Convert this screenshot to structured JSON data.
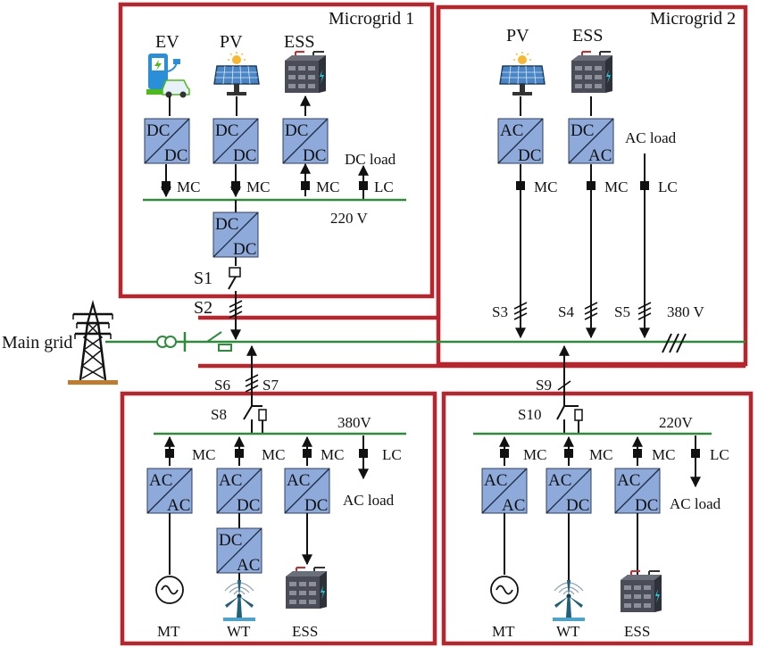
{
  "microgrid1": {
    "title": "Microgrid 1",
    "sources": [
      "EV",
      "PV",
      "ESS"
    ],
    "converters": [
      {
        "top": "DC",
        "bottom": "DC"
      },
      {
        "top": "DC",
        "bottom": "DC"
      },
      {
        "top": "DC",
        "bottom": "DC"
      }
    ],
    "controllers": [
      "MC",
      "MC",
      "MC",
      "LC"
    ],
    "load": "DC load",
    "bus_voltage": "220 V",
    "tie_converter": {
      "top": "DC",
      "bottom": "DC"
    },
    "switches": [
      "S1",
      "S2"
    ]
  },
  "microgrid2": {
    "title": "Microgrid 2",
    "sources": [
      "PV",
      "ESS"
    ],
    "converters": [
      {
        "top": "AC",
        "bottom": "DC"
      },
      {
        "top": "DC",
        "bottom": "AC"
      }
    ],
    "controllers": [
      "MC",
      "MC",
      "LC"
    ],
    "load": "AC load",
    "switches": [
      "S3",
      "S4",
      "S5"
    ],
    "bus_voltage": "380 V"
  },
  "main_grid": {
    "label": "Main grid"
  },
  "microgrid3": {
    "switches": [
      "S6",
      "S7",
      "S8"
    ],
    "bus_voltage": "380V",
    "converters": [
      {
        "top": "AC",
        "bottom": "AC"
      },
      {
        "top": "AC",
        "bottom": "DC"
      },
      {
        "top": "AC",
        "bottom": "DC"
      }
    ],
    "extra_converter": {
      "top": "DC",
      "bottom": "AC"
    },
    "controllers": [
      "MC",
      "MC",
      "MC",
      "LC"
    ],
    "load": "AC load",
    "sources": [
      "MT",
      "WT",
      "ESS"
    ]
  },
  "microgrid4": {
    "switches": [
      "S9",
      "S10"
    ],
    "bus_voltage": "220V",
    "converters": [
      {
        "top": "AC",
        "bottom": "AC"
      },
      {
        "top": "AC",
        "bottom": "DC"
      },
      {
        "top": "AC",
        "bottom": "DC"
      }
    ],
    "controllers": [
      "MC",
      "MC",
      "MC",
      "LC"
    ],
    "load": "AC load",
    "sources": [
      "MT",
      "WT",
      "ESS"
    ]
  },
  "colors": {
    "frame": "#b8252c",
    "bus": "#2e8b3a",
    "converter": "#8eaadb"
  }
}
